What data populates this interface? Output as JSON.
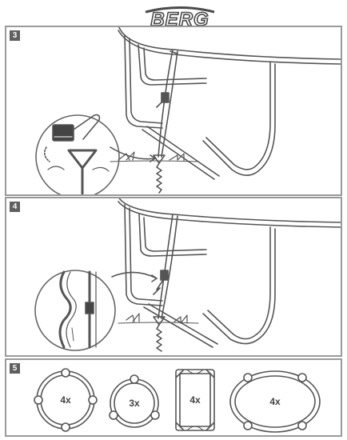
{
  "brand": {
    "logo_text": "BERG"
  },
  "steps": [
    {
      "number": "3"
    },
    {
      "number": "4"
    },
    {
      "number": "5"
    }
  ],
  "shapes": [
    {
      "label": "4x"
    },
    {
      "label": "3x"
    },
    {
      "label": "4x"
    },
    {
      "label": "4x"
    }
  ]
}
